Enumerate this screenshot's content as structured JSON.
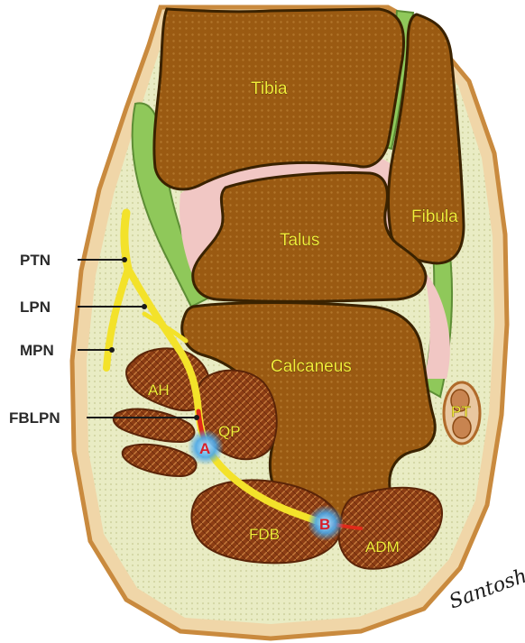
{
  "bones": {
    "tibia": "Tibia",
    "fibula": "Fibula",
    "talus": "Talus",
    "calcaneus": "Calcaneus"
  },
  "muscles": {
    "ah": "AH",
    "qp": "QP",
    "fdb": "FDB",
    "adm": "ADM",
    "pt": "PT"
  },
  "nerve_labels": {
    "ptn": "PTN",
    "lpn": "LPN",
    "mpn": "MPN",
    "fblpn": "FBLPN"
  },
  "points": {
    "a": "A",
    "b": "B"
  },
  "signature": "Santosh",
  "colors": {
    "bone": "#9a5a12",
    "bone_outline": "#3a2200",
    "skin": "#f0d6a8",
    "skin_outline": "#c98a3e",
    "fat": "#e9ecc4",
    "tendon": "#8fc85a",
    "cartilage": "#f1c7c4",
    "muscle": "#8c3d14",
    "nerve": "#f3e22a",
    "nerve_hot": "#e02a1a",
    "label_text": "#f5ec3a"
  }
}
